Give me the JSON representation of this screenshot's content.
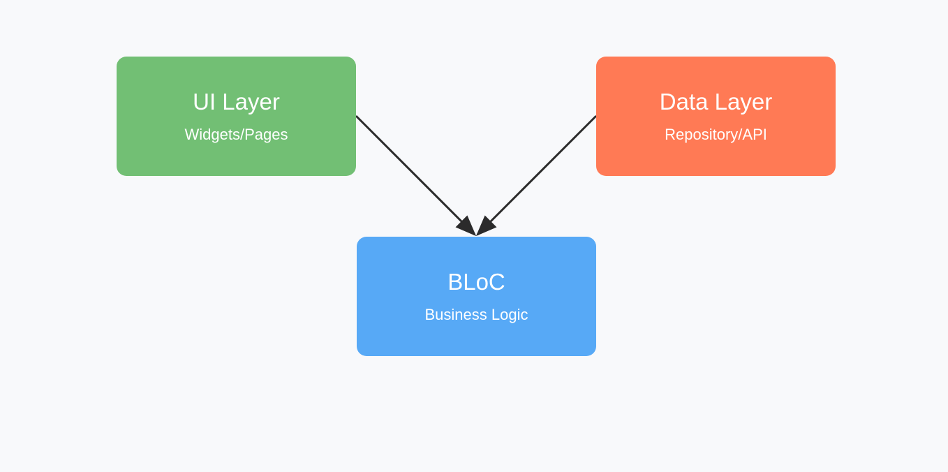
{
  "nodes": {
    "ui": {
      "title": "UI Layer",
      "subtitle": "Widgets/Pages",
      "color": "#72bf74"
    },
    "data": {
      "title": "Data Layer",
      "subtitle": "Repository/API",
      "color": "#ff7a55"
    },
    "bloc": {
      "title": "BLoC",
      "subtitle": "Business Logic",
      "color": "#57a9f6"
    }
  },
  "edges": [
    {
      "from": "ui",
      "to": "bloc"
    },
    {
      "from": "data",
      "to": "bloc"
    }
  ],
  "colors": {
    "background": "#f8f9fb",
    "arrow": "#2b2b2b"
  }
}
